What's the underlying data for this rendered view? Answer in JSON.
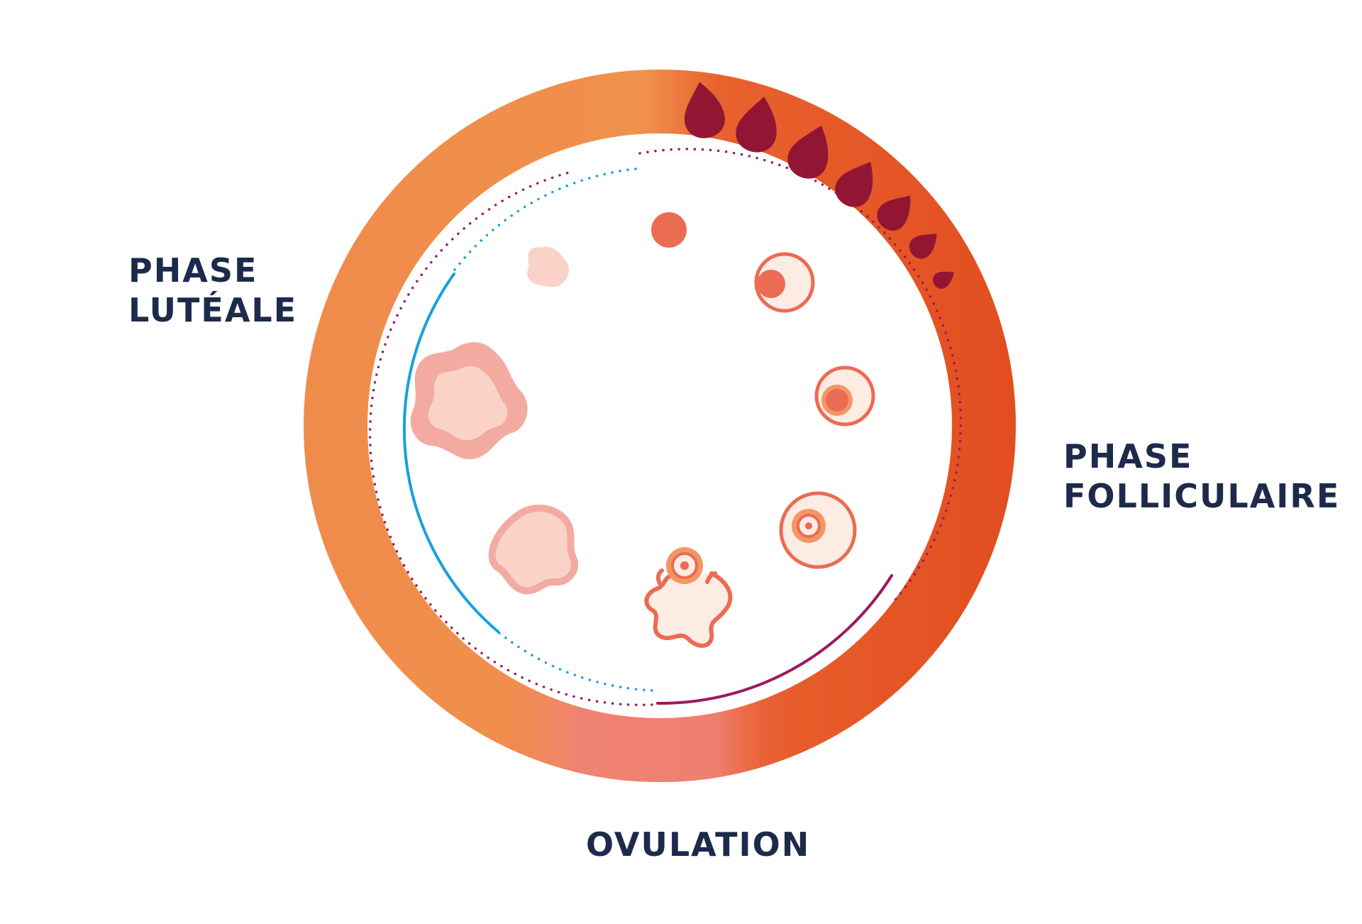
{
  "labels": {
    "luteal": {
      "line1": "PHASE",
      "line2": "LUTÉALE"
    },
    "follicular": {
      "line1": "PHASE",
      "line2": "FOLLICULAIRE"
    },
    "ovulation": "OVULATION"
  },
  "colors": {
    "ring_orange_light": "#f08c4b",
    "ring_orange_dark": "#e5501e",
    "ring_pink": "#f08272",
    "label_text": "#1d2a4b",
    "blood_drop": "#921634",
    "follicle_fill": "#fcece3",
    "follicle_outline": "#ec6b53",
    "oocyte": "#ec6b53",
    "corpus_fill": "#fad2c7",
    "corpus_outline": "#f3aba1",
    "hormone_magenta": "#9c1a5e",
    "hormone_blue": "#17a1dc"
  },
  "icons": {
    "menstruation": "blood-drop-icon",
    "follicle": "follicle-icon",
    "ovulation": "released-ovum-icon",
    "corpus_luteum": "corpus-luteum-icon"
  }
}
